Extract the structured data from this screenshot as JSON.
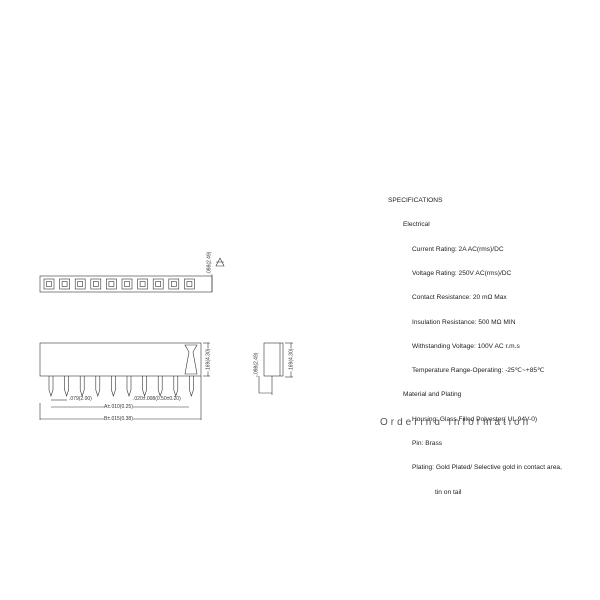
{
  "specs": {
    "title": "SPECIFICATIONS",
    "electrical": "Electrical",
    "items": [
      "Current Rating: 2A AC(rms)/DC",
      "Voltage Rating: 250V AC(rms)/DC",
      "Contact Resistance: 20 mΩ Max",
      "Insulation Resistance: 500 MΩ MIN",
      "Withstanding Voltage: 100V AC r.m.s",
      "Temperature Range-Operating: -25℃~+85℃"
    ],
    "material": "Material and Plating",
    "mat_items": [
      "Housing: Glass Filled Polyester( UL 94V-0)",
      "Pin: Brass",
      "Plating: Gold Plated/ Selective gold in contact area,"
    ],
    "plating_cont": "tin on tail"
  },
  "dims": {
    "top_height": ".098(2.49)",
    "side_height": ".169(4.30)",
    "pitch": ".079(2.00)",
    "pin_width": ".020±.008(0.50±0.20)",
    "a_dim": "A±.010(0.25)",
    "b_dim": "B±.015(0.38)",
    "end_height": ".098(2.49)",
    "end_total": ".169(4.30)"
  },
  "ordering": "Ordering information"
}
